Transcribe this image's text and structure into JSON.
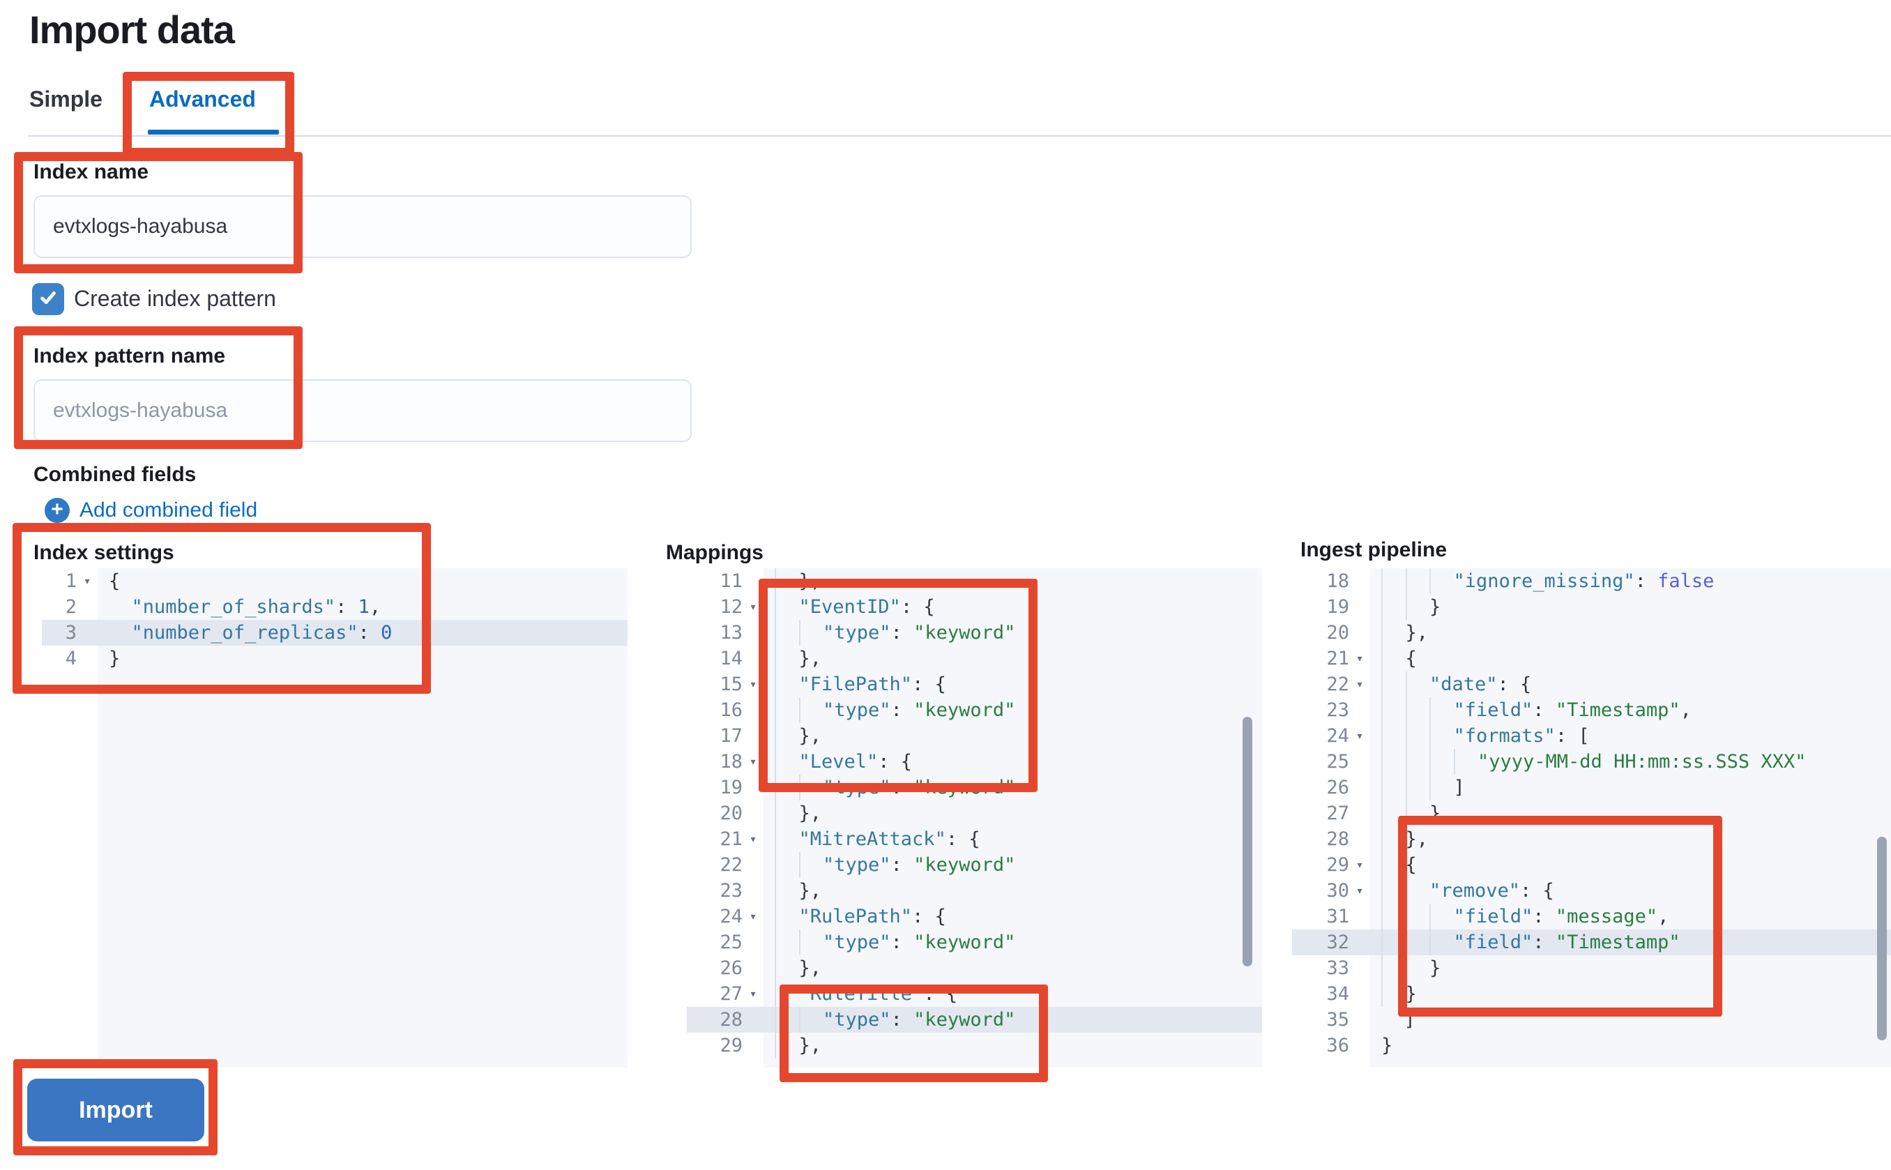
{
  "page": {
    "title": "Import data"
  },
  "tabs": {
    "simple": "Simple",
    "advanced": "Advanced",
    "selected": "Advanced"
  },
  "form": {
    "index_name": {
      "label": "Index name",
      "value": "evtxlogs-hayabusa"
    },
    "create_index_pattern": {
      "label": "Create index pattern",
      "checked": true
    },
    "index_pattern_name": {
      "label": "Index pattern name",
      "placeholder": "evtxlogs-hayabusa"
    },
    "combined_fields": {
      "label": "Combined fields",
      "add_link": "Add combined field"
    }
  },
  "import_button": {
    "label": "Import"
  },
  "colors": {
    "annotation": "#e5472e",
    "primary_blue": "#0b6cc0",
    "button_blue": "#3a76c1",
    "checkbox_blue": "#3b82c9",
    "code_key": "#35779e",
    "code_string": "#2a7d43",
    "code_number": "#2b66b8",
    "code_boolean": "#5d5cd6",
    "line_highlight": "#e3e7f0"
  },
  "editors": [
    {
      "name": "Index settings",
      "gutter_width": 80,
      "lines": [
        {
          "n": "1",
          "fold": true,
          "ind": 0,
          "parts": [
            [
              "pu",
              "{"
            ]
          ]
        },
        {
          "n": "2",
          "ind": 0,
          "parts": [
            [
              "pu",
              "  "
            ],
            [
              "ky",
              "\"number_of_shards\""
            ],
            [
              "pu",
              ": "
            ],
            [
              "nu",
              "1"
            ],
            [
              "pu",
              ","
            ]
          ]
        },
        {
          "n": "3",
          "ind": 0,
          "hl": true,
          "parts": [
            [
              "pu",
              "  "
            ],
            [
              "ky",
              "\"number_of_replicas\""
            ],
            [
              "pu",
              ": "
            ],
            [
              "nu",
              "0"
            ]
          ]
        },
        {
          "n": "4",
          "ind": 0,
          "parts": [
            [
              "pu",
              "}"
            ]
          ]
        }
      ]
    },
    {
      "name": "Mappings",
      "gutter_width": 110,
      "lines": [
        {
          "n": "11",
          "ind": 1,
          "parts": [
            [
              "pu",
              "},"
            ]
          ]
        },
        {
          "n": "12",
          "fold": true,
          "ind": 1,
          "parts": [
            [
              "ky",
              "\"EventID\""
            ],
            [
              "pu",
              ": {"
            ]
          ]
        },
        {
          "n": "13",
          "ind": 2,
          "parts": [
            [
              "ky",
              "\"type\""
            ],
            [
              "pu",
              ": "
            ],
            [
              "st",
              "\"keyword\""
            ]
          ]
        },
        {
          "n": "14",
          "ind": 1,
          "parts": [
            [
              "pu",
              "},"
            ]
          ]
        },
        {
          "n": "15",
          "fold": true,
          "ind": 1,
          "parts": [
            [
              "ky",
              "\"FilePath\""
            ],
            [
              "pu",
              ": {"
            ]
          ]
        },
        {
          "n": "16",
          "ind": 2,
          "parts": [
            [
              "ky",
              "\"type\""
            ],
            [
              "pu",
              ": "
            ],
            [
              "st",
              "\"keyword\""
            ]
          ]
        },
        {
          "n": "17",
          "ind": 1,
          "parts": [
            [
              "pu",
              "},"
            ]
          ]
        },
        {
          "n": "18",
          "fold": true,
          "ind": 1,
          "parts": [
            [
              "ky",
              "\"Level\""
            ],
            [
              "pu",
              ": {"
            ]
          ]
        },
        {
          "n": "19",
          "ind": 2,
          "parts": [
            [
              "ky",
              "\"type\""
            ],
            [
              "pu",
              ": "
            ],
            [
              "st",
              "\"keyword\""
            ]
          ]
        },
        {
          "n": "20",
          "ind": 1,
          "parts": [
            [
              "pu",
              "},"
            ]
          ]
        },
        {
          "n": "21",
          "fold": true,
          "ind": 1,
          "parts": [
            [
              "ky",
              "\"MitreAttack\""
            ],
            [
              "pu",
              ": {"
            ]
          ]
        },
        {
          "n": "22",
          "ind": 2,
          "parts": [
            [
              "ky",
              "\"type\""
            ],
            [
              "pu",
              ": "
            ],
            [
              "st",
              "\"keyword\""
            ]
          ]
        },
        {
          "n": "23",
          "ind": 1,
          "parts": [
            [
              "pu",
              "},"
            ]
          ]
        },
        {
          "n": "24",
          "fold": true,
          "ind": 1,
          "parts": [
            [
              "ky",
              "\"RulePath\""
            ],
            [
              "pu",
              ": {"
            ]
          ]
        },
        {
          "n": "25",
          "ind": 2,
          "parts": [
            [
              "ky",
              "\"type\""
            ],
            [
              "pu",
              ": "
            ],
            [
              "st",
              "\"keyword\""
            ]
          ]
        },
        {
          "n": "26",
          "ind": 1,
          "parts": [
            [
              "pu",
              "},"
            ]
          ]
        },
        {
          "n": "27",
          "fold": true,
          "ind": 1,
          "parts": [
            [
              "ky",
              "\"RuleTitle\""
            ],
            [
              "pu",
              ": {"
            ]
          ]
        },
        {
          "n": "28",
          "ind": 2,
          "hl": true,
          "parts": [
            [
              "ky",
              "\"type\""
            ],
            [
              "pu",
              ": "
            ],
            [
              "st",
              "\"keyword\""
            ]
          ]
        },
        {
          "n": "29",
          "ind": 1,
          "parts": [
            [
              "pu",
              "},"
            ]
          ]
        }
      ]
    },
    {
      "name": "Ingest pipeline",
      "gutter_width": 112,
      "lines": [
        {
          "n": "18",
          "ind": 3,
          "parts": [
            [
              "ky",
              "\"ignore_missing\""
            ],
            [
              "pu",
              ": "
            ],
            [
              "bo",
              "false"
            ]
          ]
        },
        {
          "n": "19",
          "ind": 2,
          "parts": [
            [
              "pu",
              "}"
            ]
          ]
        },
        {
          "n": "20",
          "ind": 1,
          "parts": [
            [
              "pu",
              "},"
            ]
          ]
        },
        {
          "n": "21",
          "fold": true,
          "ind": 1,
          "parts": [
            [
              "pu",
              "{"
            ]
          ]
        },
        {
          "n": "22",
          "fold": true,
          "ind": 2,
          "parts": [
            [
              "ky",
              "\"date\""
            ],
            [
              "pu",
              ": {"
            ]
          ]
        },
        {
          "n": "23",
          "ind": 3,
          "parts": [
            [
              "ky",
              "\"field\""
            ],
            [
              "pu",
              ": "
            ],
            [
              "st",
              "\"Timestamp\""
            ],
            [
              "pu",
              ","
            ]
          ]
        },
        {
          "n": "24",
          "fold": true,
          "ind": 3,
          "parts": [
            [
              "ky",
              "\"formats\""
            ],
            [
              "pu",
              ": ["
            ]
          ]
        },
        {
          "n": "25",
          "ind": 4,
          "parts": [
            [
              "st",
              "\"yyyy-MM-dd HH:mm:ss.SSS XXX\""
            ]
          ]
        },
        {
          "n": "26",
          "ind": 3,
          "parts": [
            [
              "pu",
              "]"
            ]
          ]
        },
        {
          "n": "27",
          "ind": 2,
          "parts": [
            [
              "pu",
              "}"
            ]
          ]
        },
        {
          "n": "28",
          "ind": 1,
          "parts": [
            [
              "pu",
              "},"
            ]
          ]
        },
        {
          "n": "29",
          "fold": true,
          "ind": 1,
          "parts": [
            [
              "pu",
              "{"
            ]
          ]
        },
        {
          "n": "30",
          "fold": true,
          "ind": 2,
          "parts": [
            [
              "ky",
              "\"remove\""
            ],
            [
              "pu",
              ": {"
            ]
          ]
        },
        {
          "n": "31",
          "ind": 3,
          "parts": [
            [
              "ky",
              "\"field\""
            ],
            [
              "pu",
              ": "
            ],
            [
              "st",
              "\"message\""
            ],
            [
              "pu",
              ","
            ]
          ]
        },
        {
          "n": "32",
          "ind": 3,
          "hl": true,
          "parts": [
            [
              "ky",
              "\"field\""
            ],
            [
              "pu",
              ": "
            ],
            [
              "st",
              "\"Timestamp\""
            ]
          ]
        },
        {
          "n": "33",
          "ind": 2,
          "parts": [
            [
              "pu",
              "}"
            ]
          ]
        },
        {
          "n": "34",
          "ind": 1,
          "parts": [
            [
              "pu",
              "}"
            ]
          ]
        },
        {
          "n": "35",
          "ind": 0,
          "parts": [
            [
              "pu",
              "  ]"
            ]
          ]
        },
        {
          "n": "36",
          "ind": 0,
          "parts": [
            [
              "pu",
              "}"
            ]
          ]
        }
      ]
    }
  ]
}
